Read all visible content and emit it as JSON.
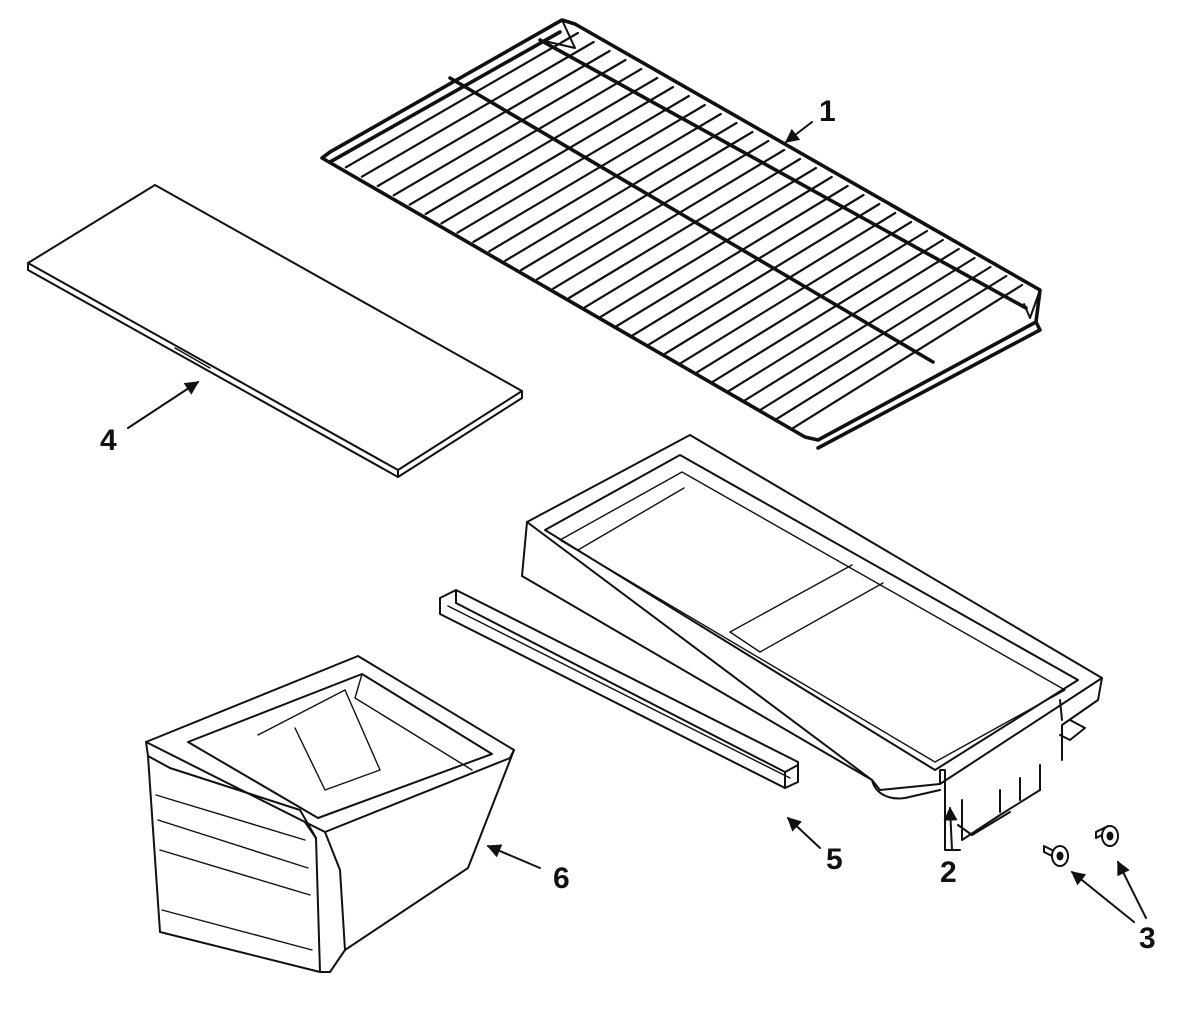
{
  "callouts": {
    "c1": "1",
    "c2": "2",
    "c3": "3",
    "c4": "4",
    "c5": "5",
    "c6": "6"
  },
  "parts": [
    {
      "callout": "1",
      "icon": "wire-shelf-icon"
    },
    {
      "callout": "2",
      "icon": "crisper-cover-frame-icon"
    },
    {
      "callout": "3",
      "icon": "screw-icon"
    },
    {
      "callout": "4",
      "icon": "glass-panel-icon"
    },
    {
      "callout": "5",
      "icon": "support-rail-icon"
    },
    {
      "callout": "6",
      "icon": "crisper-drawer-icon"
    }
  ],
  "colors": {
    "line": "#111111",
    "background": "#ffffff"
  }
}
